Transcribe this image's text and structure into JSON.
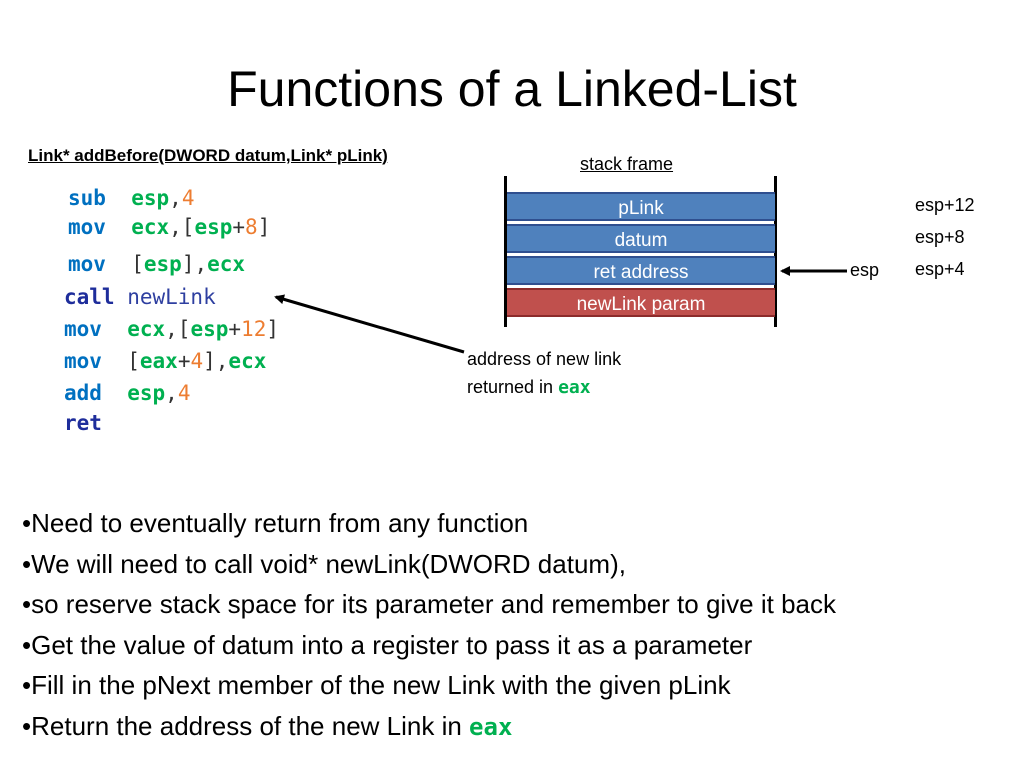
{
  "title": "Functions of a Linked-List",
  "signature": "Link* addBefore(DWORD datum,Link* pLink)",
  "code": [
    {
      "op": "sub",
      "parts": [
        {
          "t": "esp",
          "c": "reg"
        },
        {
          "t": ",",
          "c": "pun"
        },
        {
          "t": "4",
          "c": "num"
        }
      ]
    },
    {
      "op": "mov",
      "parts": [
        {
          "t": "ecx",
          "c": "reg"
        },
        {
          "t": ",[",
          "c": "pun"
        },
        {
          "t": "esp",
          "c": "reg"
        },
        {
          "t": "+",
          "c": "pun"
        },
        {
          "t": "8",
          "c": "num"
        },
        {
          "t": "]",
          "c": "pun"
        }
      ]
    },
    {
      "op": "mov",
      "parts": [
        {
          "t": "[",
          "c": "pun"
        },
        {
          "t": "esp",
          "c": "reg"
        },
        {
          "t": "],",
          "c": "pun"
        },
        {
          "t": "ecx",
          "c": "reg"
        }
      ]
    },
    {
      "op": "call",
      "parts": [
        {
          "t": "newLink",
          "c": "fn"
        }
      ]
    },
    {
      "op": "mov",
      "parts": [
        {
          "t": "ecx",
          "c": "reg"
        },
        {
          "t": ",[",
          "c": "pun"
        },
        {
          "t": "esp",
          "c": "reg"
        },
        {
          "t": "+",
          "c": "pun"
        },
        {
          "t": "12",
          "c": "num"
        },
        {
          "t": "]",
          "c": "pun"
        }
      ]
    },
    {
      "op": "mov",
      "parts": [
        {
          "t": "[",
          "c": "pun"
        },
        {
          "t": "eax",
          "c": "reg"
        },
        {
          "t": "+",
          "c": "pun"
        },
        {
          "t": "4",
          "c": "num"
        },
        {
          "t": "],",
          "c": "pun"
        },
        {
          "t": "ecx",
          "c": "reg"
        }
      ]
    },
    {
      "op": "add",
      "parts": [
        {
          "t": "esp",
          "c": "reg"
        },
        {
          "t": ",",
          "c": "pun"
        },
        {
          "t": "4",
          "c": "num"
        }
      ]
    },
    {
      "op": "ret",
      "parts": []
    }
  ],
  "stack": {
    "label": "stack frame",
    "slots": [
      {
        "text": "pLink",
        "color": "#4F81BD"
      },
      {
        "text": "datum",
        "color": "#4F81BD"
      },
      {
        "text": "ret address",
        "color": "#4F81BD"
      },
      {
        "text": "newLink param",
        "color": "#C0504D"
      }
    ],
    "offsets": [
      "esp+12",
      "esp+8",
      "esp+4"
    ],
    "pointer_label": "esp"
  },
  "note": {
    "line1": "address of new link",
    "line2_prefix": "returned in ",
    "line2_reg": "eax"
  },
  "bullets": [
    {
      "text": "Need to eventually return from any function"
    },
    {
      "text": "We will need to call void* newLink(DWORD datum),"
    },
    {
      "text": "so reserve stack space for its parameter and remember to give it back"
    },
    {
      "text": "Get the value of datum into a register to pass it as a parameter"
    },
    {
      "text": "Fill in the pNext member of the new Link with the given pLink"
    },
    {
      "text": "Return the address of the new Link in ",
      "reg": "eax"
    }
  ],
  "colors": {
    "opcode": "#0070C0",
    "register": "#00B050",
    "number": "#ED7D31",
    "stack_blue": "#4F81BD",
    "stack_red": "#C0504D"
  }
}
